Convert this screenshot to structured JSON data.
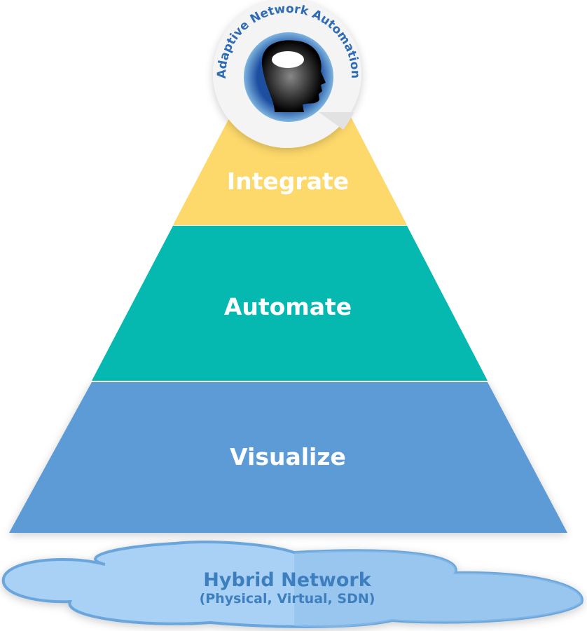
{
  "badge": {
    "title": "Adaptive Network Automation",
    "icon": "head-icon"
  },
  "layers": [
    {
      "label": "Integrate",
      "color": "#fdd86a"
    },
    {
      "label": "Automate",
      "color": "#05b9b1"
    },
    {
      "label": "Visualize",
      "color": "#5b9bd6"
    }
  ],
  "foundation": {
    "title": "Hybrid Network",
    "subtitle": "(Physical, Virtual, SDN)",
    "color": "#a9d0f5"
  }
}
